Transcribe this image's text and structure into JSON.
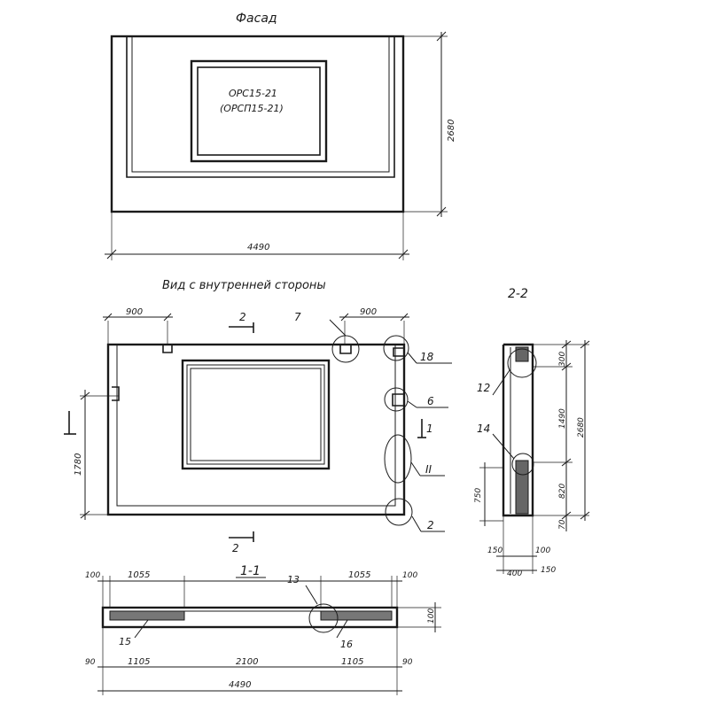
{
  "facade": {
    "title": "Фасад",
    "mark_line1": "ОРС15-21",
    "mark_line2": "(ОРСП15-21)",
    "height": "2680",
    "width": "4490"
  },
  "inner_view": {
    "title": "Вид с внутренней стороны",
    "dim_left": "900",
    "dim_right": "900",
    "section_2_top": "2",
    "section_2_bottom": "2",
    "section_1_right": "1",
    "dim_height_left": "1780",
    "callouts": {
      "c7": "7",
      "c18": "18",
      "c6": "6",
      "c11": "II",
      "c2": "2"
    }
  },
  "section_2_2": {
    "title": "2-2",
    "callouts": {
      "c12": "12",
      "c14": "14"
    },
    "dims": {
      "d300": "300",
      "d1490": "1490",
      "d2680": "2680",
      "d820": "820",
      "d70": "70",
      "d750": "750",
      "d150a": "150",
      "d100": "100",
      "d400": "400",
      "d150b": "150"
    }
  },
  "section_1_1": {
    "title": "1-1",
    "callouts": {
      "c13": "13",
      "c15": "15",
      "c16": "16"
    },
    "dims_top": {
      "d100l": "100",
      "d1055l": "1055",
      "d1055r": "1055",
      "d100r": "100"
    },
    "dim_height": "100",
    "dims_bottom": {
      "d90l": "90",
      "d1105l": "1105",
      "d2100": "2100",
      "d1105r": "1105",
      "d90r": "90"
    },
    "overall": "4490"
  }
}
